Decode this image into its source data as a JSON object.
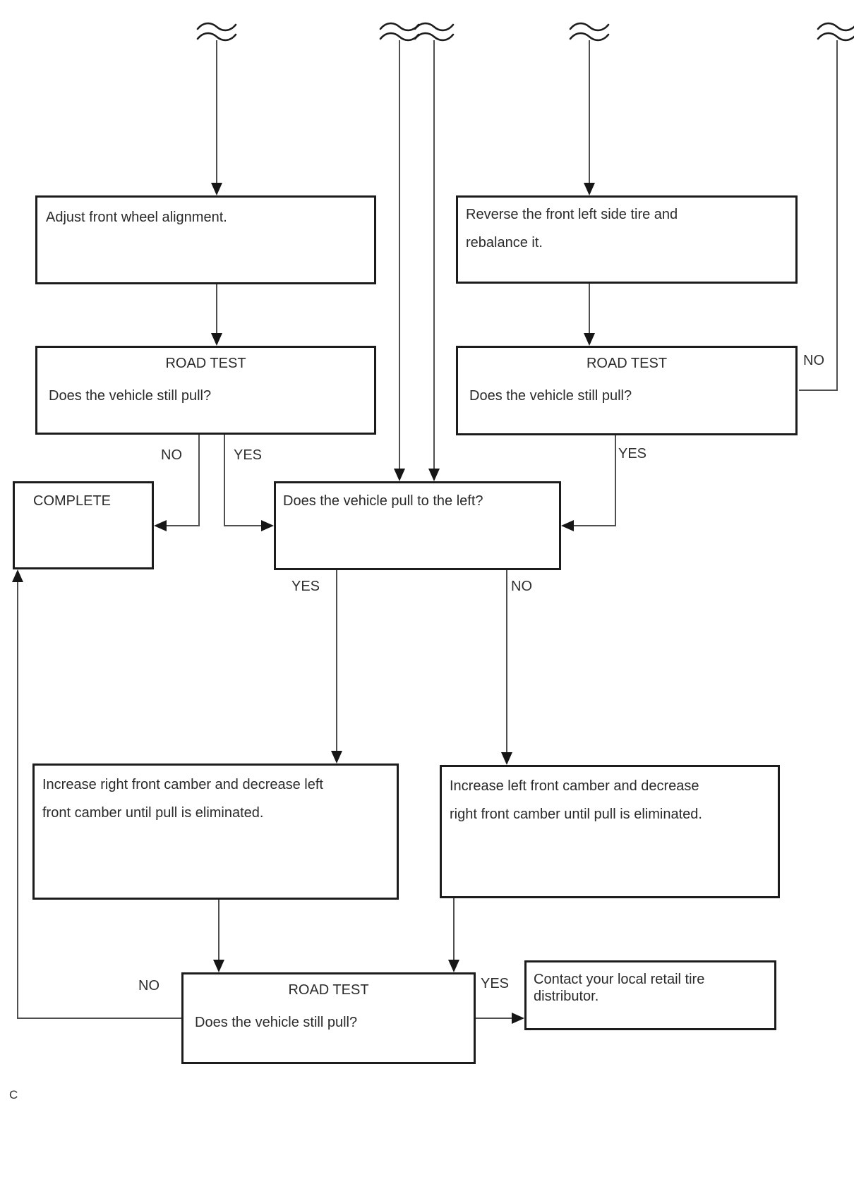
{
  "page": {
    "footer": "C"
  },
  "flowchart": {
    "boxes": {
      "adjust": {
        "text": "Adjust front wheel alignment."
      },
      "reverse": {
        "line1": "Reverse the front left side tire and",
        "line2": "rebalance it."
      },
      "road_test_left": {
        "title": "ROAD TEST",
        "question": "Does the vehicle still pull?"
      },
      "road_test_right": {
        "title": "ROAD TEST",
        "question": "Does the vehicle still pull?"
      },
      "complete": {
        "text": "COMPLETE"
      },
      "pull_left": {
        "text": "Does the vehicle pull to the left?"
      },
      "camber_left": {
        "line1": "Increase right front camber and decrease left",
        "line2": "front camber until pull is eliminated."
      },
      "camber_right": {
        "line1": "Increase left front camber and decrease",
        "line2": "right front camber until pull is eliminated."
      },
      "road_test_bottom": {
        "title": "ROAD TEST",
        "question": "Does the vehicle still pull?"
      },
      "contact": {
        "text": "Contact your local retail tire distributor."
      }
    },
    "labels": {
      "road_test_left_no": "NO",
      "road_test_left_yes": "YES",
      "road_test_right_yes": "YES",
      "road_test_right_no": "NO",
      "pull_left_yes": "YES",
      "pull_left_no": "NO",
      "road_test_bottom_no": "NO",
      "road_test_bottom_yes": "YES"
    },
    "colors": {
      "box_border": "#1c1c1c",
      "connector": "#4f4f4f",
      "arrowhead": "#161616",
      "background": "#ffffff"
    }
  }
}
